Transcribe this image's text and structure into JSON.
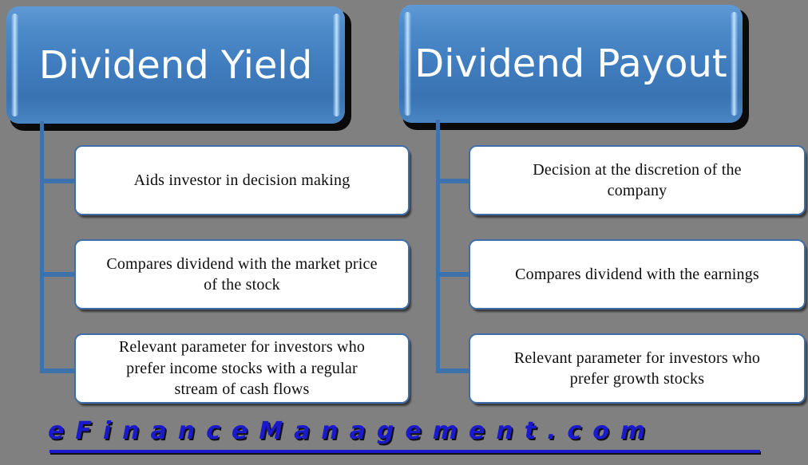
{
  "background_color": "#808080",
  "accent_color": "#3f7cbe",
  "connector_color": "#3d72aa",
  "box_border_color": "#3f6ea8",
  "headers": {
    "left": "Dividend Yield",
    "right": "Dividend Payout"
  },
  "columns": {
    "left": {
      "title": "Dividend Yield",
      "items": [
        "Aids investor in decision making",
        "Compares dividend with the market price\nof the stock",
        "Relevant parameter  for investors who\nprefer income stocks with a regular\nstream of cash flows"
      ]
    },
    "right": {
      "title": "Dividend Payout",
      "items": [
        "Decision at the discretion of  the\ncompany",
        "Compares dividend with the earnings",
        "Relevant parameter  for investors who\nprefer growth stocks"
      ]
    }
  },
  "footer": {
    "watermark": "eFinanceManagement.com",
    "color": "#1a1acc"
  }
}
